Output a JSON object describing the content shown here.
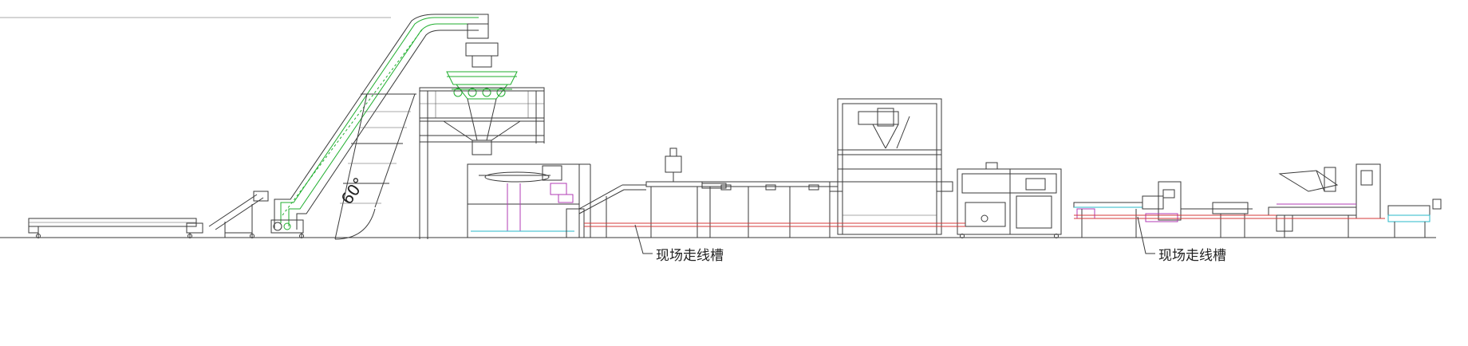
{
  "drawing": {
    "labels": {
      "trench_left": "现场走线槽",
      "trench_right": "现场走线槽",
      "angle": "60°"
    },
    "colors": {
      "line": "#3a3a3a",
      "elevator": "#1fae2e",
      "wiring": "#d63838",
      "accent_magenta": "#b23bb5",
      "accent_cyan": "#27b9c9"
    }
  }
}
